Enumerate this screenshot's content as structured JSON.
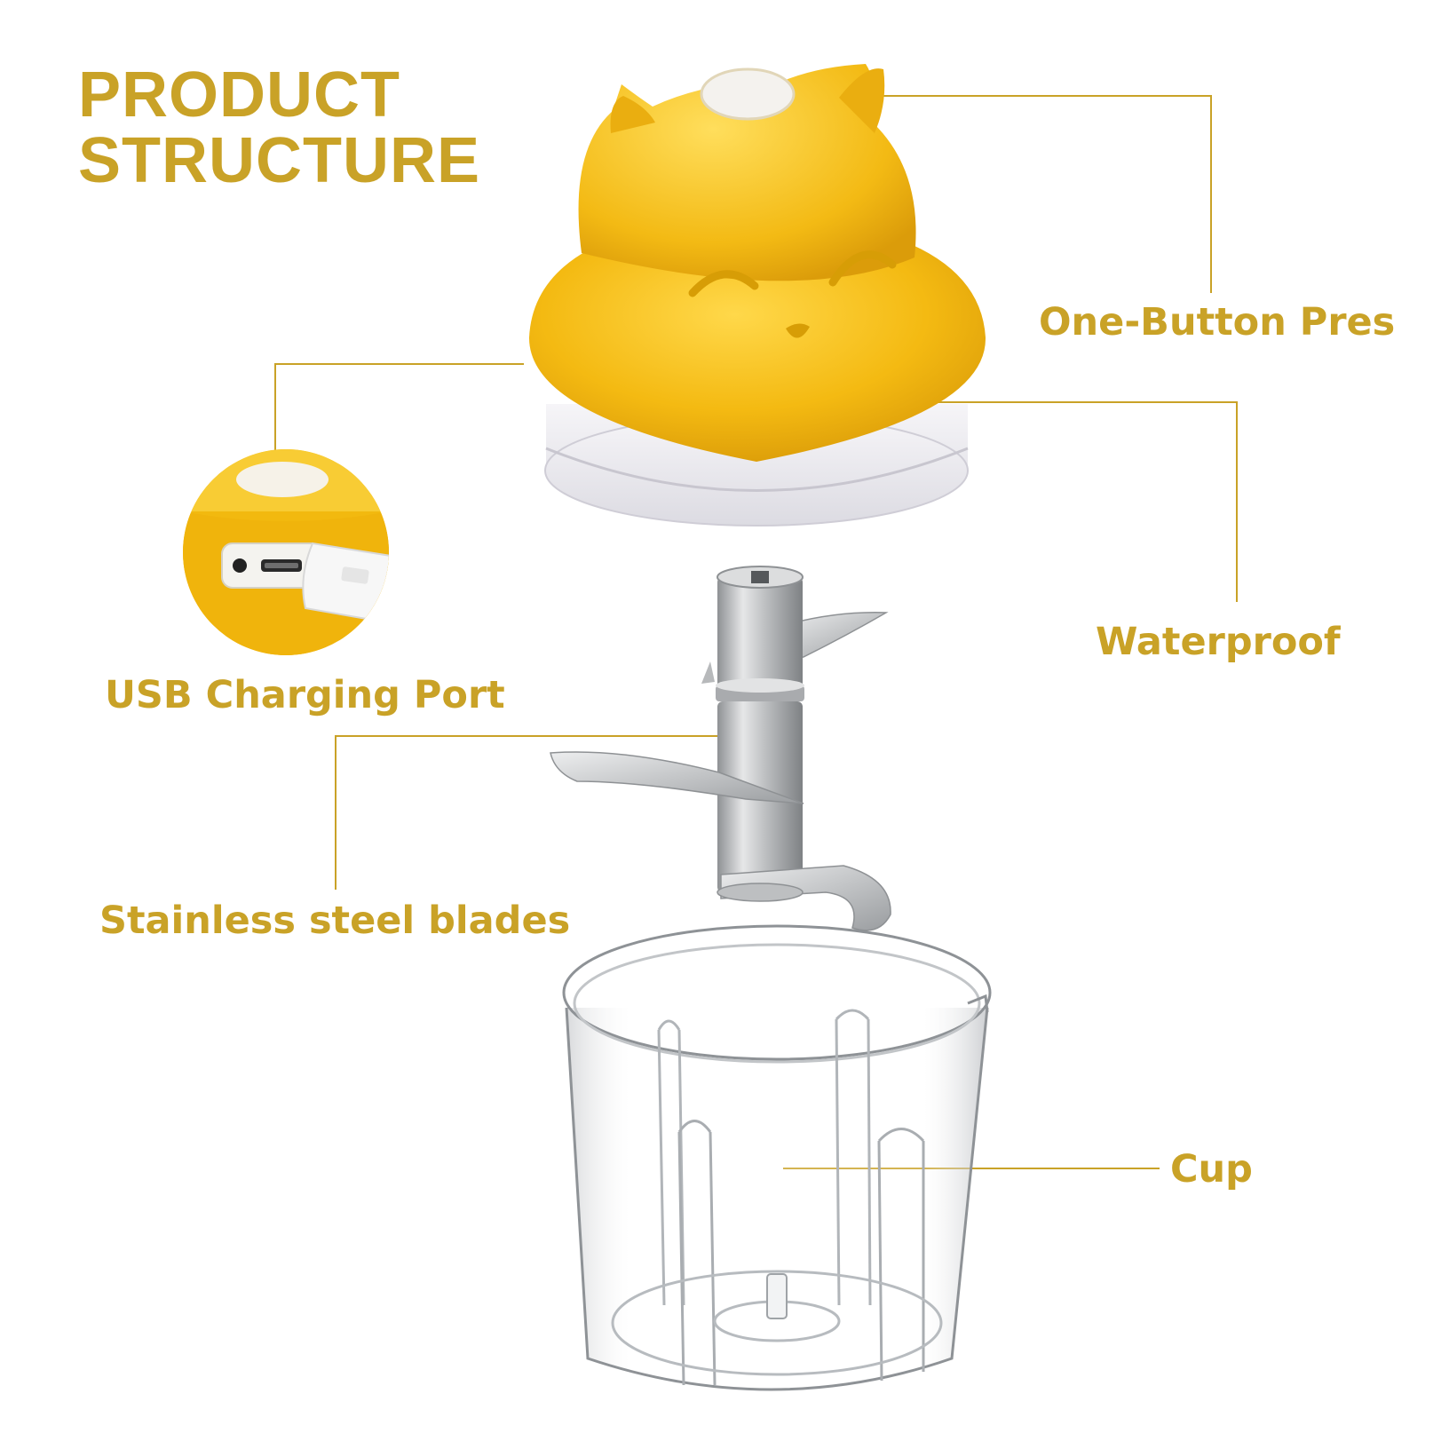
{
  "title": {
    "line1": "PRODUCT",
    "line2": "STRUCTURE"
  },
  "callouts": {
    "one_button": "One-Button Pres",
    "waterproof": "Waterproof",
    "usb_port": "USB Charging Port",
    "blades": "Stainless steel blades",
    "cup": "Cup"
  },
  "colors": {
    "accent": "#C9A227",
    "leader_line": "#C9A227",
    "body_yellow": "#F2B90F",
    "base_white": "#ECEAF0",
    "steel": "#C8CACC"
  },
  "icons": {
    "cat_lid": "cat-shaped-motor-lid",
    "usb_detail": "usb-port-closeup",
    "blade_assembly": "blade-assembly",
    "cup": "clear-bowl"
  }
}
